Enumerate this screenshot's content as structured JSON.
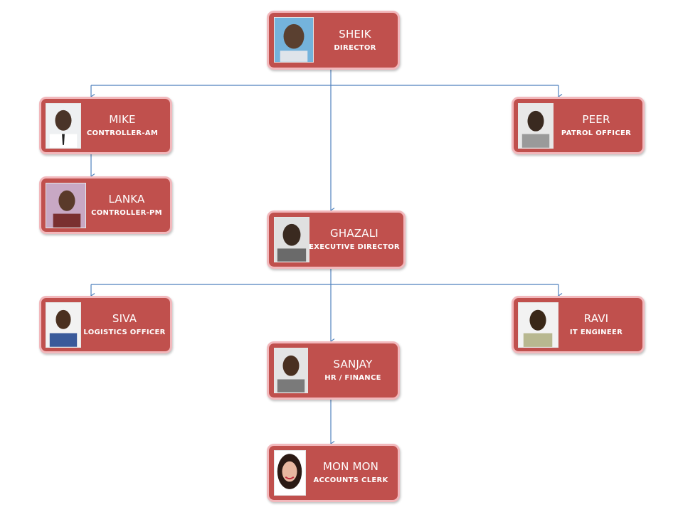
{
  "colors": {
    "box": "#c0504d",
    "border": "#f2b8bc",
    "connector": "#4f81bd"
  },
  "people": {
    "sheik": {
      "name": "SHEIK",
      "title": "DIRECTOR"
    },
    "mike": {
      "name": "MIKE",
      "title": "CONTROLLER-AM"
    },
    "peer": {
      "name": "PEER",
      "title": "PATROL OFFICER"
    },
    "lanka": {
      "name": "LANKA",
      "title": "CONTROLLER-PM"
    },
    "ghazali": {
      "name": "GHAZALI",
      "title": "EXECUTIVE  DIRECTOR"
    },
    "siva": {
      "name": "SIVA",
      "title": "LOGISTICS OFFICER"
    },
    "ravi": {
      "name": "RAVI",
      "title": "IT ENGINEER"
    },
    "sanjay": {
      "name": "SANJAY",
      "title": "HR / FINANCE"
    },
    "monmon": {
      "name": "MON MON",
      "title": "ACCOUNTS  CLERK"
    }
  }
}
